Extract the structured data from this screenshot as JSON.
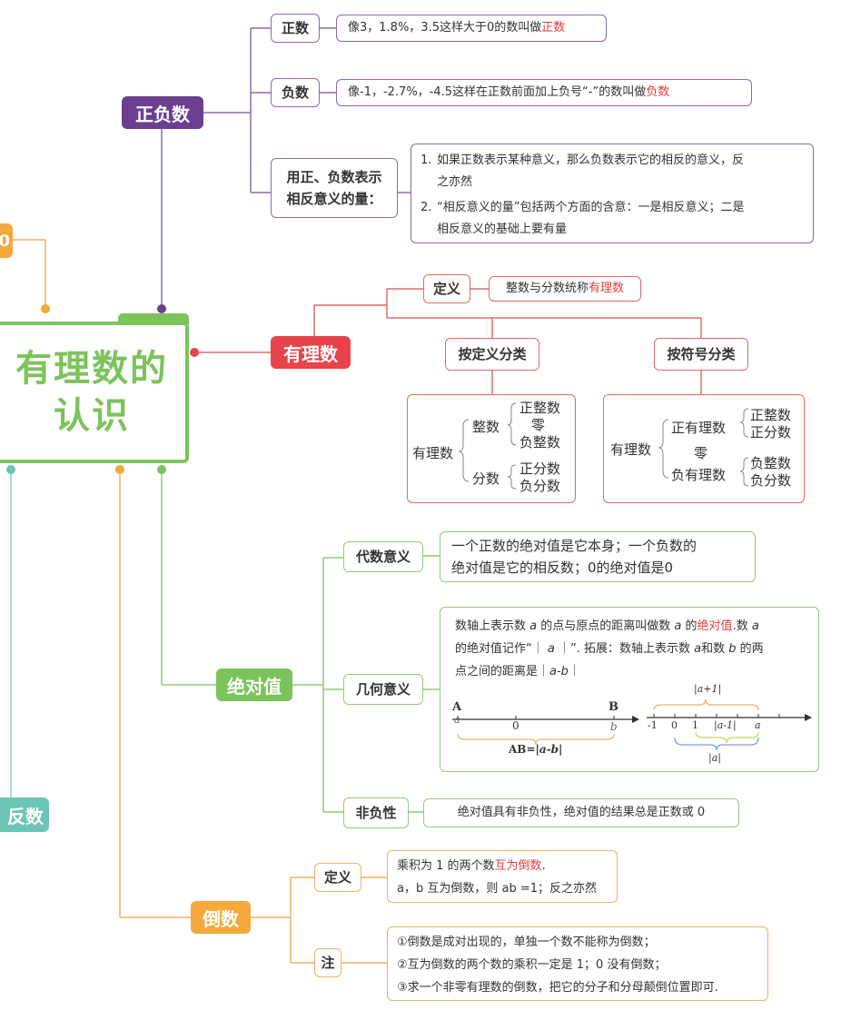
{
  "center": {
    "line1": "有理数的",
    "line2": "认识"
  },
  "left_edges": {
    "top_partial": "0",
    "bottom_partial": "反数"
  },
  "zhengfu": {
    "title": "正负数",
    "zheng_label": "正数",
    "zheng_text": "像3，1.8%，3.5这样大于0的数叫做",
    "zheng_hl": "正数",
    "fu_label": "负数",
    "fu_text": "像-1，-2.7%，-4.5这样在正数前面加上负号“-”的数叫做",
    "fu_hl": "负数",
    "yong_label_1": "用正、负数表示",
    "yong_label_2": "相反意义的量：",
    "point1_num": "1.",
    "point1_a": "如果正数表示某种意义，那么负数表示它的相反的意义，反",
    "point1_b": "之亦然",
    "point2_num": "2.",
    "point2_a": "“相反意义的量”包括两个方面的含意：一是相反意义；二是",
    "point2_b": "相反意义的基础上要有量"
  },
  "youlishu": {
    "title": "有理数",
    "def_label": "定义",
    "def_text": "整数与分数统称",
    "def_hl": "有理数",
    "class_def": "按定义分类",
    "class_sign": "按符号分类",
    "t1": {
      "root": "有理数",
      "zhengshu": "整数",
      "zzs": "正整数",
      "ling": "零",
      "fzs": "负整数",
      "fenshu": "分数",
      "zfs": "正分数",
      "ffs": "负分数"
    },
    "t2": {
      "root": "有理数",
      "zyl": "正有理数",
      "zzs": "正整数",
      "zfs": "正分数",
      "ling": "零",
      "fyl": "负有理数",
      "fzs": "负整数",
      "ffs": "负分数"
    }
  },
  "abs": {
    "title": "绝对值",
    "alg_label": "代数意义",
    "alg_1": "一个正数的绝对值是它本身；一个负数的",
    "alg_2": "绝对值是它的相反数；0的绝对值是0",
    "geo_label": "几何意义",
    "geo_1a": "数轴上表示数",
    "geo_1b": "的点与原点的距离叫做数",
    "geo_1c": "的",
    "geo_hl": "绝对值",
    "geo_1d": ".数",
    "geo_2a": "的绝对值记作“｜",
    "geo_2b": "｜”. 拓展：数轴上表示数",
    "geo_2c": "和数",
    "geo_2d": "的两",
    "geo_3a": "点之间的距离是｜",
    "geo_3b": "｜",
    "var_a": "a",
    "var_b": "b",
    "var_ab": "a-b",
    "nl1": {
      "A": "A",
      "B": "B",
      "a": "a",
      "zero": "0",
      "b": "b",
      "ab_label_pre": "AB=|",
      "ab_label_var": "a-b",
      "ab_label_post": "|"
    },
    "nl2": {
      "top": "|a+1|",
      "m1": "-1",
      "zero": "0",
      "one": "1",
      "mid": "|a-1|",
      "a": "a",
      "bottom": "|a|"
    },
    "nonneg_label": "非负性",
    "nonneg_text": "绝对值具有非负性，绝对值的结果总是正数或 0"
  },
  "reciprocal": {
    "title": "倒数",
    "def_label": "定义",
    "def_1a": "乘积为 1 的两个数",
    "def_hl": "互为倒数",
    "def_1b": ".",
    "def_2": "a，b 互为倒数，则 ab =1；反之亦然",
    "note_label": "注",
    "note_1": "①倒数是成对出现的，单独一个数不能称为倒数；",
    "note_2": "②互为倒数的两个数的乘积一定是 1；0 没有倒数；",
    "note_3": "③求一个非零有理数的倒数，把它的分子和分母颠倒位置即可."
  },
  "colors": {
    "purple": "#6b3f8f",
    "red": "#e8434b",
    "green": "#7cc35c",
    "orange": "#f3a93b",
    "teal": "#6cc4b4"
  }
}
